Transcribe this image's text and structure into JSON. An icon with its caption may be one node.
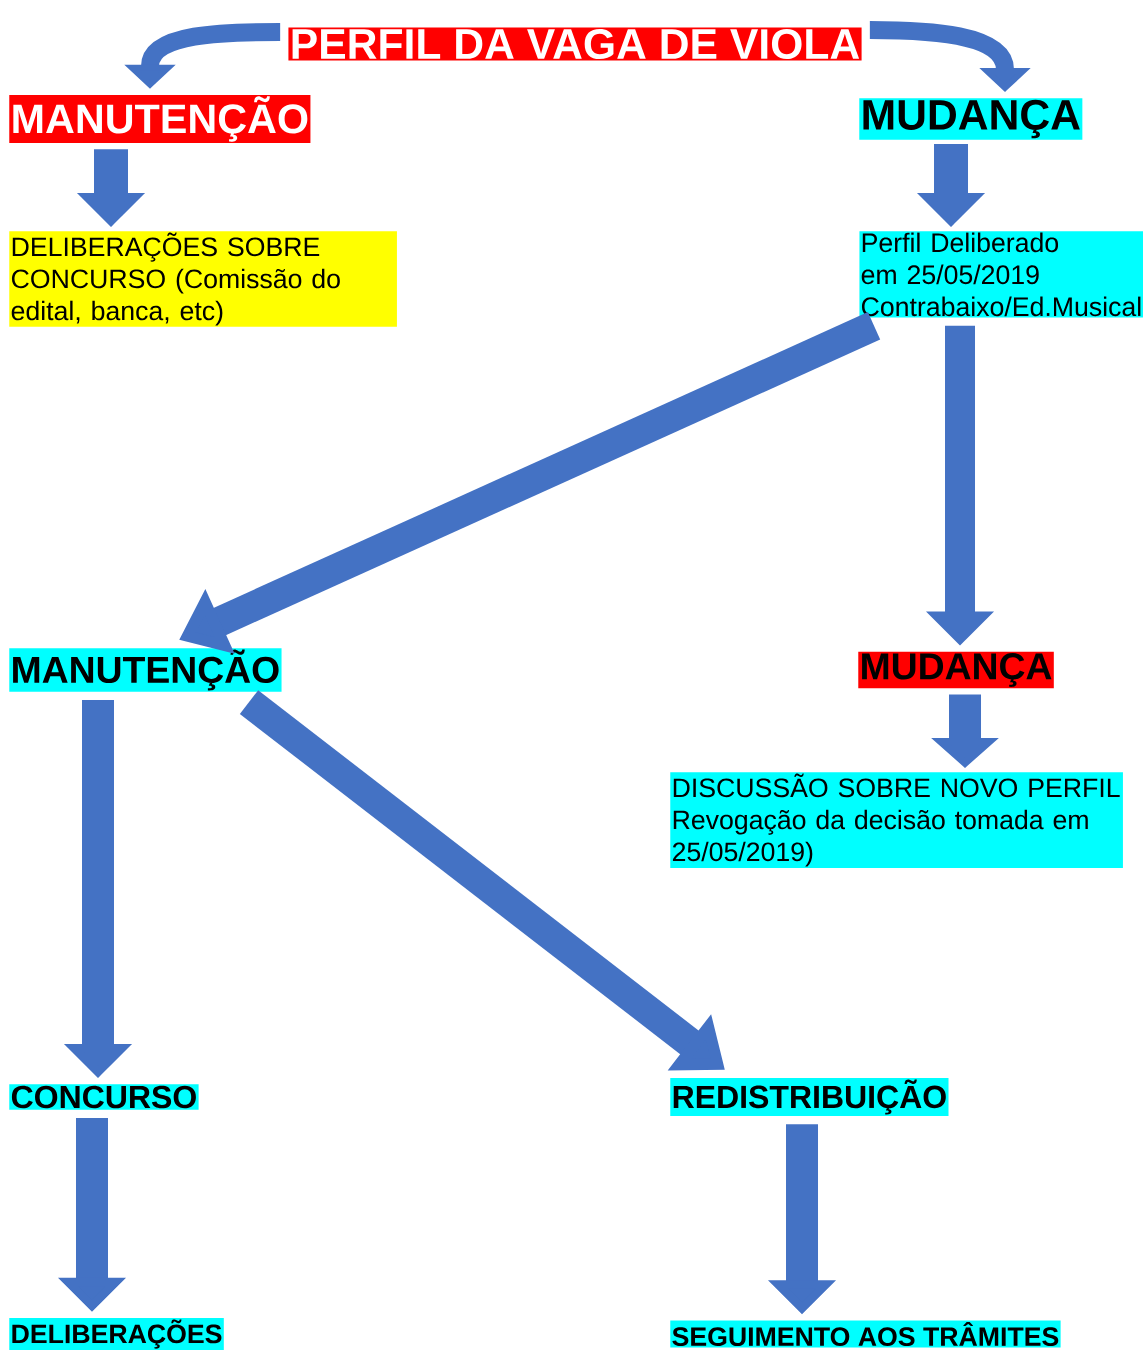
{
  "diagram": {
    "nodes": [
      {
        "text": [
          "PERFIL DA VAGA DE VIOLA"
        ]
      },
      {
        "text": [
          "MANUTENÇÃO"
        ]
      },
      {
        "text": [
          "MUDANÇA"
        ]
      },
      {
        "text": [
          "DELIBERAÇÕES SOBRE CONCURSO (Comissão do edital, banca, etc)"
        ]
      },
      {
        "text": [
          "Perfil Deliberado em 25/05/2019 Contrabaixo/Ed.Musical"
        ]
      },
      {
        "text": [
          "MANUTENÇÃO"
        ]
      },
      {
        "text": [
          "MUDANÇA"
        ]
      },
      {
        "text": [
          "DISCUSSÃO SOBRE NOVO PERFIL Revogação da decisão tomada em 25/05/2019)"
        ]
      },
      {
        "text": [
          "CONCURSO"
        ]
      },
      {
        "text": [
          "REDISTRIBUIÇÃO"
        ]
      },
      {
        "text": [
          "DELIBERAÇÕES"
        ]
      },
      {
        "text": [
          "SEGUIMENTO AOS TRÂMITES"
        ]
      }
    ],
    "edges": [
      {
        "from": 0,
        "to": 1,
        "arrow": "to"
      },
      {
        "from": 0,
        "to": 2,
        "arrow": "to"
      },
      {
        "from": 1,
        "to": 3,
        "arrow": "to"
      },
      {
        "from": 2,
        "to": 4,
        "arrow": "to"
      },
      {
        "from": 4,
        "to": 5,
        "arrow": "to"
      },
      {
        "from": 4,
        "to": 6,
        "arrow": "to"
      },
      {
        "from": 6,
        "to": 7,
        "arrow": "to"
      },
      {
        "from": 5,
        "to": 8,
        "arrow": "to"
      },
      {
        "from": 5,
        "to": 9,
        "arrow": "to"
      },
      {
        "from": 8,
        "to": 10,
        "arrow": "to"
      },
      {
        "from": 9,
        "to": 11,
        "arrow": "to"
      }
    ]
  }
}
